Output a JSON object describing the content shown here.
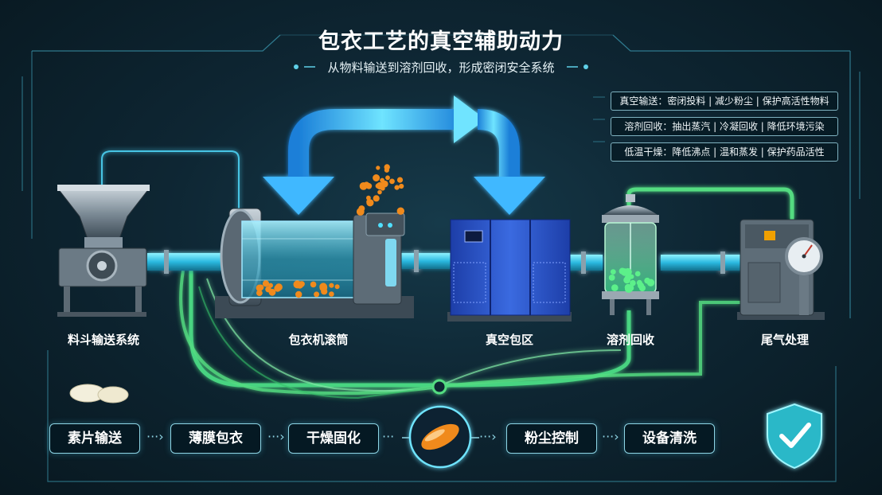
{
  "title": "包衣工艺的真空辅助动力",
  "subtitle": "从物料输送到溶剂回收，形成密闭安全系统",
  "features": [
    "真空输送：密闭投料 | 减少粉尘 | 保护高活性物料",
    "溶剂回收：抽出蒸汽 | 冷凝回收 | 降低环境污染",
    "低温干燥：降低沸点 | 温和蒸发 | 保护药品活性"
  ],
  "equipment": {
    "hopper": "料斗输送系统",
    "drum": "包衣机滚筒",
    "vacuum": "真空包区",
    "recovery": "溶剂回收",
    "exhaust": "尾气处理"
  },
  "steps": [
    "素片输送",
    "薄膜包衣",
    "干燥固化",
    "粉尘控制",
    "设备清洗"
  ],
  "colors": {
    "glow_blue": "#36c8ff",
    "glow_green": "#5cf08a",
    "cabinet_blue": "#2a55c8",
    "tablet_orange": "#f08a1c"
  }
}
